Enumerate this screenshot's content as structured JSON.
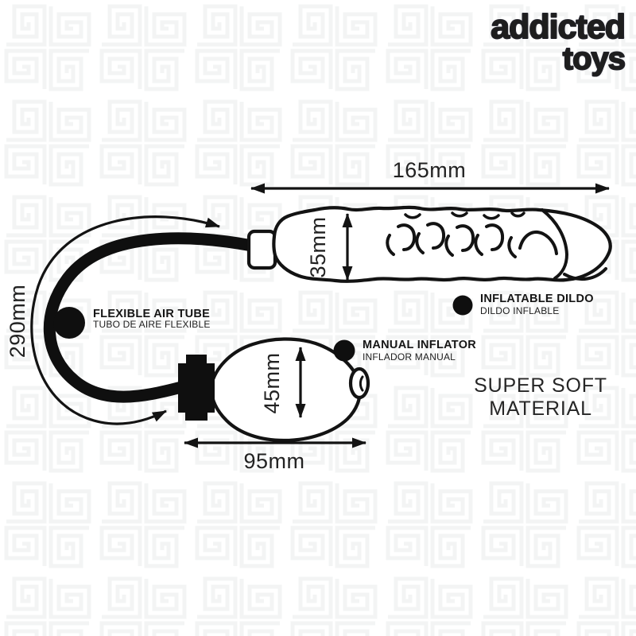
{
  "brand": {
    "line1": "addicted",
    "line2": "toys"
  },
  "dimensions": {
    "dildo_length": "165mm",
    "dildo_diameter": "35mm",
    "tube_length": "290mm",
    "pump_height": "45mm",
    "pump_length": "95mm"
  },
  "annotations": {
    "air_tube_title": "FLEXIBLE AIR TUBE",
    "air_tube_subtitle": "TUBO DE AIRE FLEXIBLE",
    "dildo_title": "INFLATABLE DILDO",
    "dildo_subtitle": "DILDO INFLABLE",
    "inflator_title": "MANUAL INFLATOR",
    "inflator_subtitle": "INFLADOR MANUAL"
  },
  "material_note": {
    "line1": "SUPER SOFT",
    "line2": "MATERIAL"
  },
  "colors": {
    "ink": "#131313",
    "logo": "#23232b",
    "pattern": "#f3f4f4",
    "background": "#ffffff"
  }
}
